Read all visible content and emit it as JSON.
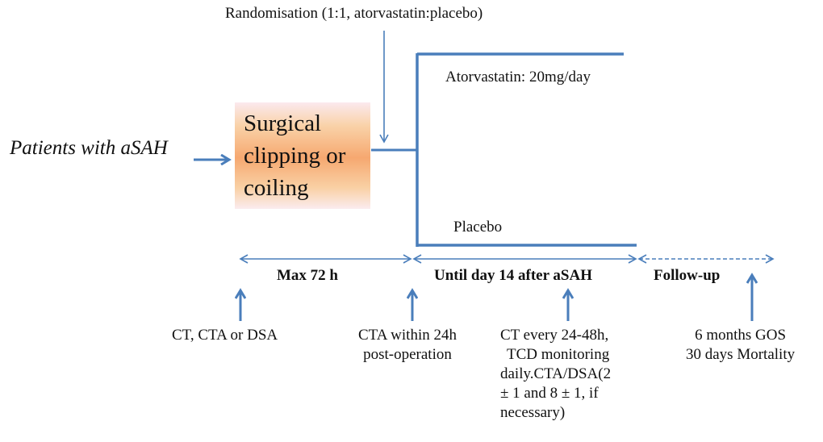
{
  "title": "Study design flowchart",
  "colors": {
    "arrow": "#4a7ebb",
    "box_center": "#f6a870",
    "box_edge": "#fbe9ee"
  },
  "randomisation": {
    "label": "Randomisation (1:1, atorvastatin:placebo)"
  },
  "entry": {
    "label": "Patients with aSAH"
  },
  "procedure": {
    "label": "Surgical clipping or coiling"
  },
  "arms": [
    {
      "label": "Atorvastatin: 20mg/day"
    },
    {
      "label": "Placebo"
    }
  ],
  "phases": [
    {
      "label": "Max 72 h",
      "style": "solid"
    },
    {
      "label": "Until day 14 after aSAH",
      "style": "solid"
    },
    {
      "label": "Follow-up",
      "style": "dashed"
    }
  ],
  "assessments": [
    {
      "lines": [
        "CT, CTA or DSA"
      ]
    },
    {
      "lines": [
        "CTA within 24h",
        "post-operation"
      ]
    },
    {
      "lines": [
        "CT every 24-48h,",
        "TCD monitoring",
        "daily.CTA/DSA(2",
        "± 1 and 8 ± 1, if",
        "necessary)"
      ]
    },
    {
      "lines": [
        "6 months GOS",
        "30 days Mortality"
      ]
    }
  ]
}
